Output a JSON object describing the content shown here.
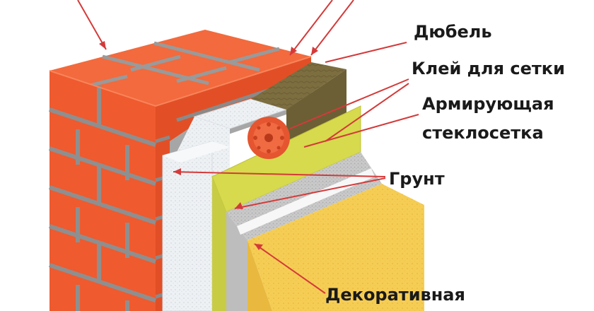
{
  "labels": {
    "dowel": "Дюбель",
    "mesh_glue": "Клей для сетки",
    "mesh_line1": "Армирующая",
    "mesh_line2": "стеклосетка",
    "primer": "Грунт",
    "decorative": "Декоративная"
  },
  "colors": {
    "brick": "#f0572e",
    "brick_dark": "#c83e1c",
    "mortar": "#8f8f8f",
    "foam": "#f1f3f5",
    "wool": "#7a6b3c",
    "mesh_glue": "#d4d84a",
    "leader_line": "#d43a3a",
    "plaster": "#c7c7c7",
    "decor": "#f7d35a"
  },
  "icons": {
    "dowel": "dowel-icon"
  }
}
